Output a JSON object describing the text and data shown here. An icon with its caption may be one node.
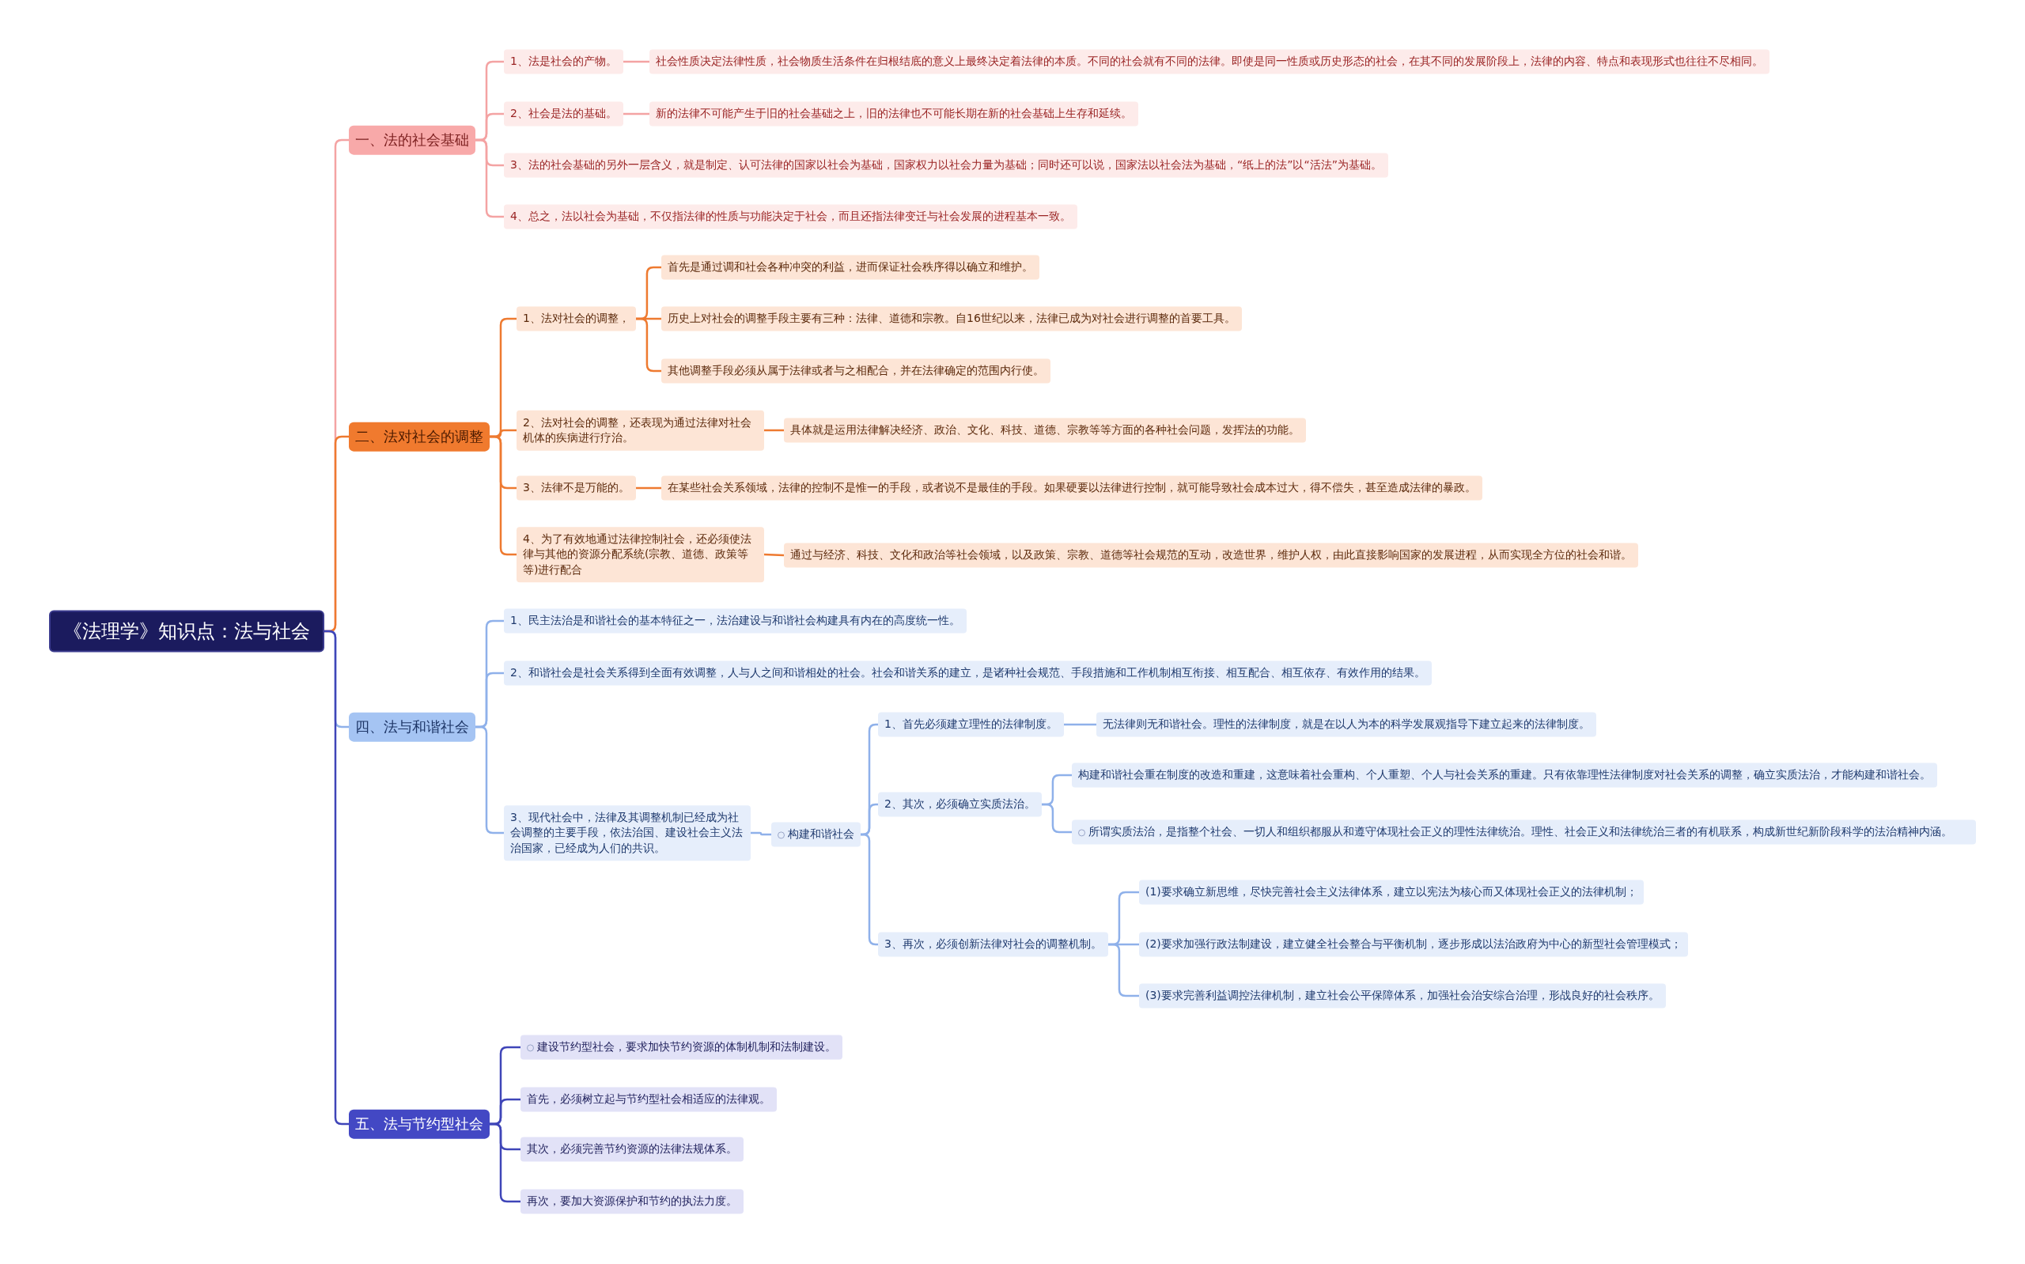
{
  "diagram": {
    "nodes": [
      {
        "text": [
          "《法理学》知识点：法与社会"
        ]
      },
      {
        "text": [
          "一、法的社会基础"
        ]
      },
      {
        "text": [
          "1、法是社会的产物。"
        ]
      },
      {
        "text": [
          "社会性质决定法律性质，社会物质生活条件在归根结底的意义上最终决定着法律的本质。不同的社会就有不同的法律。即使是同一性质或历史形态的社会，在其不同的发展阶段上，法律的内容、特点和表现形式也往往不尽相同。"
        ]
      },
      {
        "text": [
          "2、社会是法的基础。"
        ]
      },
      {
        "text": [
          "新的法律不可能产生于旧的社会基础之上，旧的法律也不可能长期在新的社会基础上生存和延续。"
        ]
      },
      {
        "text": [
          "3、法的社会基础的另外一层含义，就是制定、认可法律的国家以社会为基础，国家权力以社会力量为基础；同时还可以说，国家法以社会法为基础，“纸上的法”以“活法”为基础。"
        ]
      },
      {
        "text": [
          "4、总之，法以社会为基础，不仅指法律的性质与功能决定于社会，而且还指法律变迁与社会发展的进程基本一致。"
        ]
      },
      {
        "text": [
          "二、法对社会的调整"
        ]
      },
      {
        "text": [
          "1、法对社会的调整，"
        ]
      },
      {
        "text": [
          "首先是通过调和社会各种冲突的利益，进而保证社会秩序得以确立和维护。"
        ]
      },
      {
        "text": [
          "历史上对社会的调整手段主要有三种：法律、道德和宗教。自16世纪以来，法律已成为对社会进行调整的首要工具。"
        ]
      },
      {
        "text": [
          "其他调整手段必须从属于法律或者与之相配合，并在法律确定的范围内行使。"
        ]
      },
      {
        "text": [
          "2、法对社会的调整，还表现为通过法律对社会机体的疾病进行疗治。"
        ]
      },
      {
        "text": [
          "具体就是运用法律解决经济、政治、文化、科技、道德、宗教等等方面的各种社会问题，发挥法的功能。"
        ]
      },
      {
        "text": [
          "3、法律不是万能的。"
        ]
      },
      {
        "text": [
          "在某些社会关系领域，法律的控制不是惟一的手段，或者说不是最佳的手段。如果硬要以法律进行控制，就可能导致社会成本过大，得不偿失，甚至造成法律的暴政。"
        ]
      },
      {
        "text": [
          "4、为了有效地通过法律控制社会，还必须使法律与其他的资源分配系统(宗教、道德、政策等等)进行配合"
        ]
      },
      {
        "text": [
          "通过与经济、科技、文化和政治等社会领域，以及政策、宗教、道德等社会规范的互动，改造世界，维护人权，由此直接影响国家的发展进程，从而实现全方位的社会和谐。"
        ]
      },
      {
        "text": [
          "四、法与和谐社会"
        ]
      },
      {
        "text": [
          "1、民主法治是和谐社会的基本特征之一，法治建设与和谐社会构建具有内在的高度统一性。"
        ]
      },
      {
        "text": [
          "2、和谐社会是社会关系得到全面有效调整，人与人之间和谐相处的社会。社会和谐关系的建立，是诸种社会规范、手段措施和工作机制相互衔接、相互配合、相互依存、有效作用的结果。"
        ]
      },
      {
        "text": [
          "3、现代社会中，法律及其调整机制已经成为社会调整的主要手段，依法治国、建设社会主义法治国家，已经成为人们的共识。"
        ]
      },
      {
        "text": [
          "构建和谐社会"
        ]
      },
      {
        "text": [
          "1、首先必须建立理性的法律制度。"
        ]
      },
      {
        "text": [
          "无法律则无和谐社会。理性的法律制度，就是在以人为本的科学发展观指导下建立起来的法律制度。"
        ]
      },
      {
        "text": [
          "2、其次，必须确立实质法治。"
        ]
      },
      {
        "text": [
          "构建和谐社会重在制度的改造和重建，这意味着社会重构、个人重塑、个人与社会关系的重建。只有依靠理性法律制度对社会关系的调整，确立实质法治，才能构建和谐社会。"
        ]
      },
      {
        "text": [
          "所谓实质法治，是指整个社会、一切人和组织都服从和遵守体现社会正义的理性法律统治。理性、社会正义和法律统治三者的有机联系，构成新世纪新阶段科学的法治精神内涵。"
        ]
      },
      {
        "text": [
          "3、再次，必须创新法律对社会的调整机制。"
        ]
      },
      {
        "text": [
          "(1)要求确立新思维，尽快完善社会主义法律体系，建立以宪法为核心而又体现社会正义的法律机制；"
        ]
      },
      {
        "text": [
          "(2)要求加强行政法制建设，建立健全社会整合与平衡机制，逐步形成以法治政府为中心的新型社会管理模式；"
        ]
      },
      {
        "text": [
          "(3)要求完善利益调控法律机制，建立社会公平保障体系，加强社会治安综合治理，形战良好的社会秩序。"
        ]
      },
      {
        "text": [
          "五、法与节约型社会"
        ]
      },
      {
        "text": [
          "建设节约型社会，要求加快节约资源的体制机制和法制建设。"
        ]
      },
      {
        "text": [
          "首先，必须树立起与节约型社会相适应的法律观。"
        ]
      },
      {
        "text": [
          "其次，必须完善节约资源的法律法规体系。"
        ]
      },
      {
        "text": [
          "再次，要加大资源保护和节约的执法力度。"
        ]
      }
    ],
    "edges": [
      {
        "from": 0,
        "to": 1,
        "arrow": "none",
        "color": "#f4a3a3"
      },
      {
        "from": 1,
        "to": 2,
        "arrow": "none",
        "color": "#f4a3a3"
      },
      {
        "from": 2,
        "to": 3,
        "arrow": "none",
        "color": "#f4a3a3"
      },
      {
        "from": 1,
        "to": 4,
        "arrow": "none",
        "color": "#f4a3a3"
      },
      {
        "from": 4,
        "to": 5,
        "arrow": "none",
        "color": "#f4a3a3"
      },
      {
        "from": 1,
        "to": 6,
        "arrow": "none",
        "color": "#f4a3a3"
      },
      {
        "from": 1,
        "to": 7,
        "arrow": "none",
        "color": "#f4a3a3"
      },
      {
        "from": 0,
        "to": 8,
        "arrow": "none",
        "color": "#ee7a30"
      },
      {
        "from": 8,
        "to": 9,
        "arrow": "none",
        "color": "#ee7a30"
      },
      {
        "from": 9,
        "to": 10,
        "arrow": "none",
        "color": "#ee7a30"
      },
      {
        "from": 9,
        "to": 11,
        "arrow": "none",
        "color": "#ee7a30"
      },
      {
        "from": 9,
        "to": 12,
        "arrow": "none",
        "color": "#ee7a30"
      },
      {
        "from": 8,
        "to": 13,
        "arrow": "none",
        "color": "#ee7a30"
      },
      {
        "from": 13,
        "to": 14,
        "arrow": "none",
        "color": "#ee7a30"
      },
      {
        "from": 8,
        "to": 15,
        "arrow": "none",
        "color": "#ee7a30"
      },
      {
        "from": 15,
        "to": 16,
        "arrow": "none",
        "color": "#ee7a30"
      },
      {
        "from": 8,
        "to": 17,
        "arrow": "none",
        "color": "#ee7a30"
      },
      {
        "from": 17,
        "to": 18,
        "arrow": "none",
        "color": "#ee7a30"
      },
      {
        "from": 0,
        "to": 19,
        "arrow": "none"
      },
      {
        "from": 19,
        "to": 20,
        "arrow": "none"
      },
      {
        "from": 19,
        "to": 21,
        "arrow": "none"
      },
      {
        "from": 19,
        "to": 22,
        "arrow": "none"
      },
      {
        "from": 22,
        "to": 23,
        "arrow": "none"
      },
      {
        "from": 23,
        "to": 24,
        "arrow": "none"
      },
      {
        "from": 24,
        "to": 25,
        "arrow": "none"
      },
      {
        "from": 23,
        "to": 26,
        "arrow": "none"
      },
      {
        "from": 26,
        "to": 27,
        "arrow": "none"
      },
      {
        "from": 26,
        "to": 28,
        "arrow": "none"
      },
      {
        "from": 23,
        "to": 29,
        "arrow": "none"
      },
      {
        "from": 29,
        "to": 30,
        "arrow": "none"
      },
      {
        "from": 29,
        "to": 31,
        "arrow": "none"
      },
      {
        "from": 29,
        "to": 32,
        "arrow": "none"
      },
      {
        "from": 0,
        "to": 33,
        "arrow": "none",
        "color": "#3f45b8"
      },
      {
        "from": 33,
        "to": 34,
        "arrow": "none",
        "color": "#3f45b8"
      },
      {
        "from": 33,
        "to": 35,
        "arrow": "none",
        "color": "#3f45b8"
      },
      {
        "from": 33,
        "to": 36,
        "arrow": "none",
        "color": "#3f45b8"
      },
      {
        "from": 33,
        "to": 37,
        "arrow": "none",
        "color": "#3f45b8"
      }
    ]
  }
}
